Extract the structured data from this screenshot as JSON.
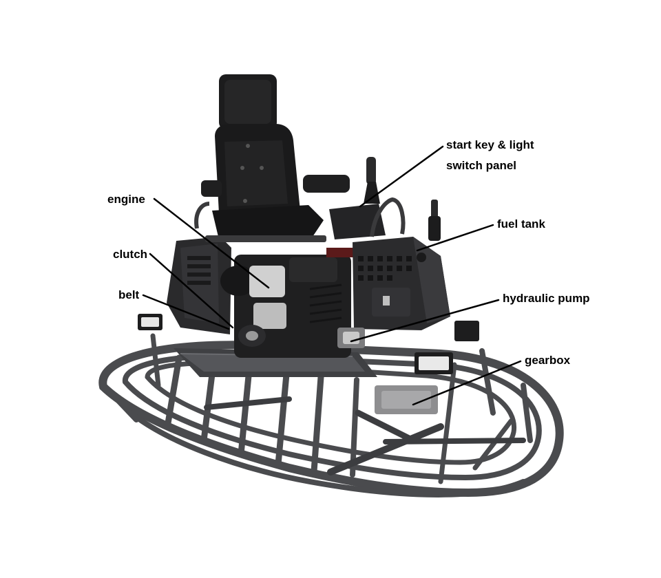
{
  "diagram": {
    "callouts": [
      {
        "id": "start-key",
        "lines": [
          "start key & light",
          "switch panel"
        ]
      },
      {
        "id": "engine",
        "lines": [
          "engine"
        ]
      },
      {
        "id": "fuel-tank",
        "lines": [
          "fuel tank"
        ]
      },
      {
        "id": "clutch",
        "lines": [
          "clutch"
        ]
      },
      {
        "id": "belt",
        "lines": [
          "belt"
        ]
      },
      {
        "id": "hydraulic-pump",
        "lines": [
          "hydraulic pump"
        ]
      },
      {
        "id": "gearbox",
        "lines": [
          "gearbox"
        ]
      }
    ],
    "colors": {
      "background": "#ffffff",
      "machine_dark": "#1e1e1e",
      "machine_mid": "#3a3a3a",
      "frame_gray": "#4a4b4e",
      "metal_light": "#bfbfbf",
      "leader": "#000000",
      "label_text": "#000000"
    }
  }
}
